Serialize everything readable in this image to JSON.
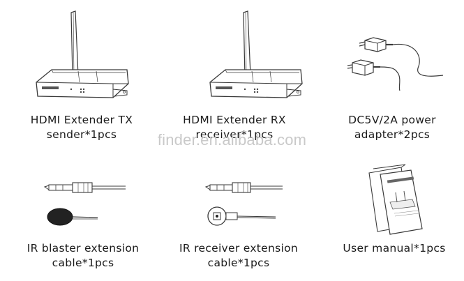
{
  "items": [
    {
      "line1": "HDMI Extender TX",
      "line2": "sender*1pcs",
      "icon": "hdmi-extender-tx-device-icon"
    },
    {
      "line1": "HDMI Extender RX",
      "line2": "receiver*1pcs",
      "icon": "hdmi-extender-rx-device-icon"
    },
    {
      "line1": "DC5V/2A power",
      "line2": "adapter*2pcs",
      "icon": "power-adapter-icon"
    },
    {
      "line1": "IR blaster extension",
      "line2": "cable*1pcs",
      "icon": "ir-blaster-cable-icon"
    },
    {
      "line1": "IR receiver extension",
      "line2": "cable*1pcs",
      "icon": "ir-receiver-cable-icon"
    },
    {
      "line1": "User manual*1pcs",
      "line2": "",
      "icon": "user-manual-icon"
    }
  ],
  "watermark": "finder.en.alibaba.com",
  "colors": {
    "text": "#1a1a1a",
    "outline": "#3a3a3a",
    "watermark": "#c9c9c9"
  }
}
